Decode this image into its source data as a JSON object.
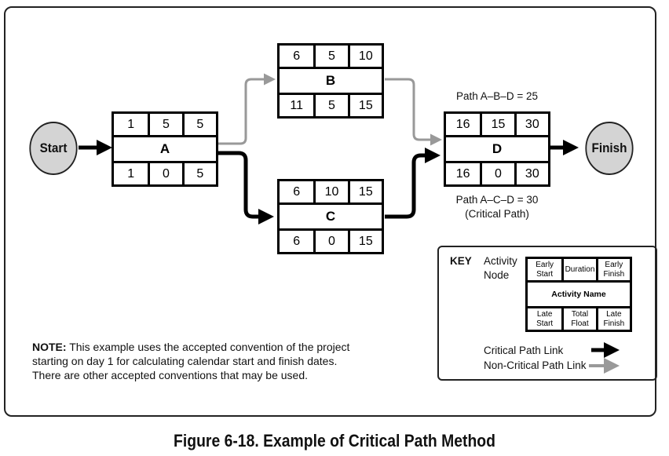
{
  "start_label": "Start",
  "finish_label": "Finish",
  "nodes": {
    "A": {
      "name": "A",
      "es": "1",
      "dur": "5",
      "ef": "5",
      "ls": "1",
      "tf": "0",
      "lf": "5"
    },
    "B": {
      "name": "B",
      "es": "6",
      "dur": "5",
      "ef": "10",
      "ls": "11",
      "tf": "5",
      "lf": "15"
    },
    "C": {
      "name": "C",
      "es": "6",
      "dur": "10",
      "ef": "15",
      "ls": "6",
      "tf": "0",
      "lf": "15"
    },
    "D": {
      "name": "D",
      "es": "16",
      "dur": "15",
      "ef": "30",
      "ls": "16",
      "tf": "0",
      "lf": "30"
    }
  },
  "links": [
    {
      "from": "Start",
      "to": "A",
      "type": "critical"
    },
    {
      "from": "A",
      "to": "B",
      "type": "non-critical"
    },
    {
      "from": "A",
      "to": "C",
      "type": "critical"
    },
    {
      "from": "B",
      "to": "D",
      "type": "non-critical"
    },
    {
      "from": "C",
      "to": "D",
      "type": "critical"
    },
    {
      "from": "D",
      "to": "Finish",
      "type": "critical"
    }
  ],
  "path_abd": "Path A–B–D = 25",
  "path_acd": "Path A–C–D = 30",
  "path_acd_note": "(Critical Path)",
  "key": {
    "title": "KEY",
    "activity_node_1": "Activity",
    "activity_node_2": "Node",
    "early_start": "Early Start",
    "duration": "Duration",
    "early_finish": "Early Finish",
    "activity_name": "Activity Name",
    "late_start": "Late Start",
    "total_float": "Total Float",
    "late_finish": "Late Finish",
    "critical_link": "Critical Path Link",
    "noncritical_link": "Non-Critical Path Link"
  },
  "note": {
    "label": "NOTE:",
    "line1": " This example uses the accepted convention of the project",
    "line2": "starting on day 1 for calculating calendar start and finish dates.",
    "line3": "There are other accepted conventions that may be used."
  },
  "caption": "Figure 6-18. Example of Critical Path Method",
  "colors": {
    "critical": "#000000",
    "non_critical": "#999999",
    "circle_fill": "#d4d4d4"
  }
}
